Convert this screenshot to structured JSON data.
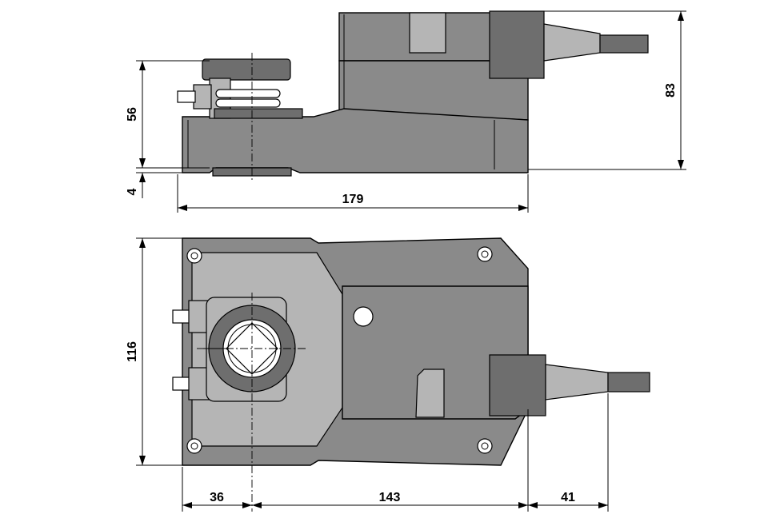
{
  "dimensions": {
    "side_height_shaft": "56",
    "side_base": "4",
    "side_total_height": "83",
    "side_length": "179",
    "top_width": "116",
    "bottom_left": "36",
    "bottom_middle": "143",
    "bottom_right": "41"
  },
  "colors": {
    "housing": "#8a8a8a",
    "housing_light": "#b5b5b5",
    "housing_dark": "#6e6e6e",
    "lines": "#000000"
  }
}
